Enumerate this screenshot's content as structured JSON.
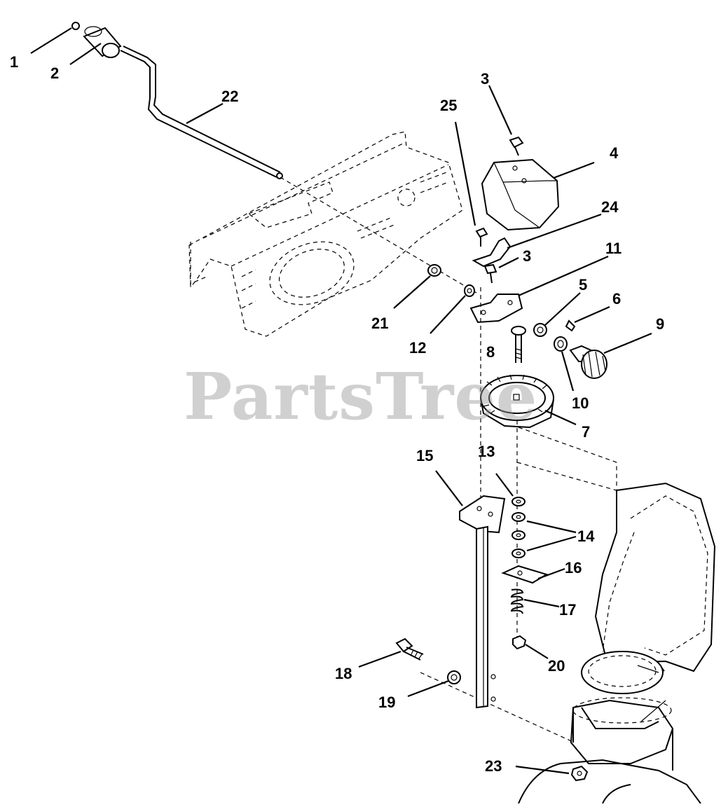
{
  "watermark": "PartsTree",
  "callouts": [
    {
      "id": "1",
      "label": "1"
    },
    {
      "id": "2",
      "label": "2"
    },
    {
      "id": "22",
      "label": "22"
    },
    {
      "id": "3a",
      "label": "3"
    },
    {
      "id": "25",
      "label": "25"
    },
    {
      "id": "4",
      "label": "4"
    },
    {
      "id": "24",
      "label": "24"
    },
    {
      "id": "3b",
      "label": "3"
    },
    {
      "id": "11",
      "label": "11"
    },
    {
      "id": "5",
      "label": "5"
    },
    {
      "id": "6",
      "label": "6"
    },
    {
      "id": "9",
      "label": "9"
    },
    {
      "id": "21",
      "label": "21"
    },
    {
      "id": "12",
      "label": "12"
    },
    {
      "id": "8",
      "label": "8"
    },
    {
      "id": "10",
      "label": "10"
    },
    {
      "id": "7",
      "label": "7"
    },
    {
      "id": "15",
      "label": "15"
    },
    {
      "id": "13",
      "label": "13"
    },
    {
      "id": "14",
      "label": "14"
    },
    {
      "id": "16",
      "label": "16"
    },
    {
      "id": "17",
      "label": "17"
    },
    {
      "id": "18",
      "label": "18"
    },
    {
      "id": "20",
      "label": "20"
    },
    {
      "id": "19",
      "label": "19"
    },
    {
      "id": "23",
      "label": "23"
    }
  ]
}
